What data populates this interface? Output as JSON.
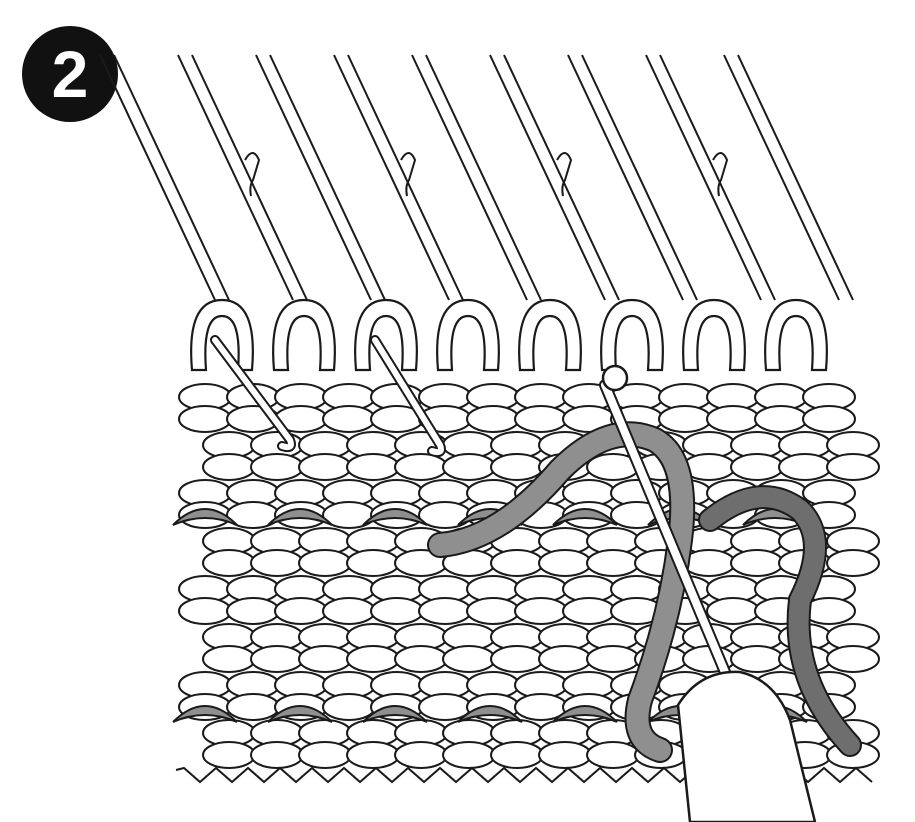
{
  "step": {
    "number": "2"
  },
  "colors": {
    "ink": "#1a1a1a",
    "paper": "#ffffff",
    "contrast_yarn": "#8f8f8f",
    "contrast_yarn_dark": "#6e6e6e",
    "badge": "#111111"
  },
  "figure": {
    "needle_count": 9,
    "knit_rows": 8,
    "contrast_rows": 2
  }
}
